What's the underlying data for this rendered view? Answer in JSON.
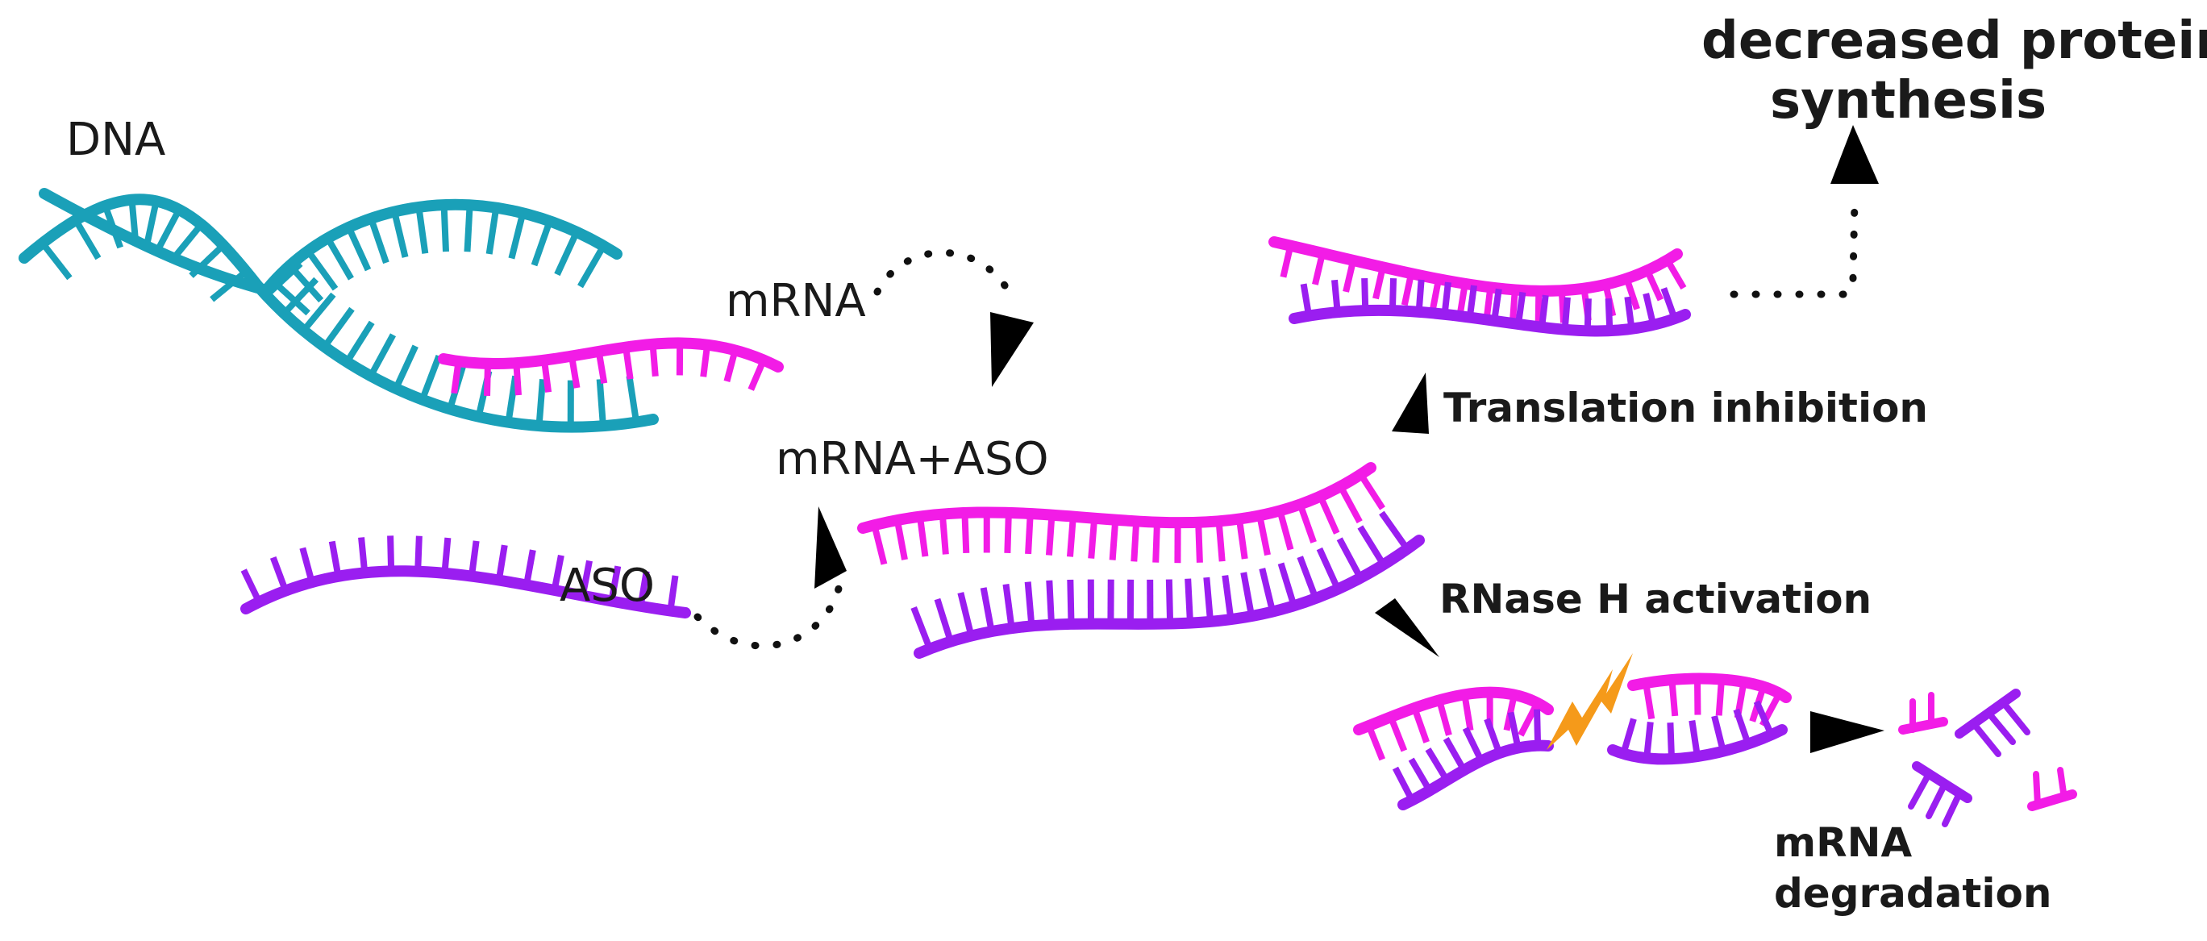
{
  "colors": {
    "dna": "#1aa0b8",
    "mrna": "#f21ce6",
    "aso": "#9a1ef0",
    "spark": "#f59a1a",
    "arrow": "#000000",
    "text": "#1a1a1a"
  },
  "labels": {
    "dna": "DNA",
    "mrna": "mRNA",
    "aso": "ASO",
    "complex": "mRNA+ASO",
    "translation_inhibition": "Translation inhibition",
    "rnase_h": "RNase H activation",
    "protein_line1": "decreased protein",
    "protein_line2": "synthesis",
    "degradation_line1": "mRNA",
    "degradation_line2": "degradation"
  },
  "icons": [
    "spark-icon",
    "arrowhead-icon"
  ]
}
